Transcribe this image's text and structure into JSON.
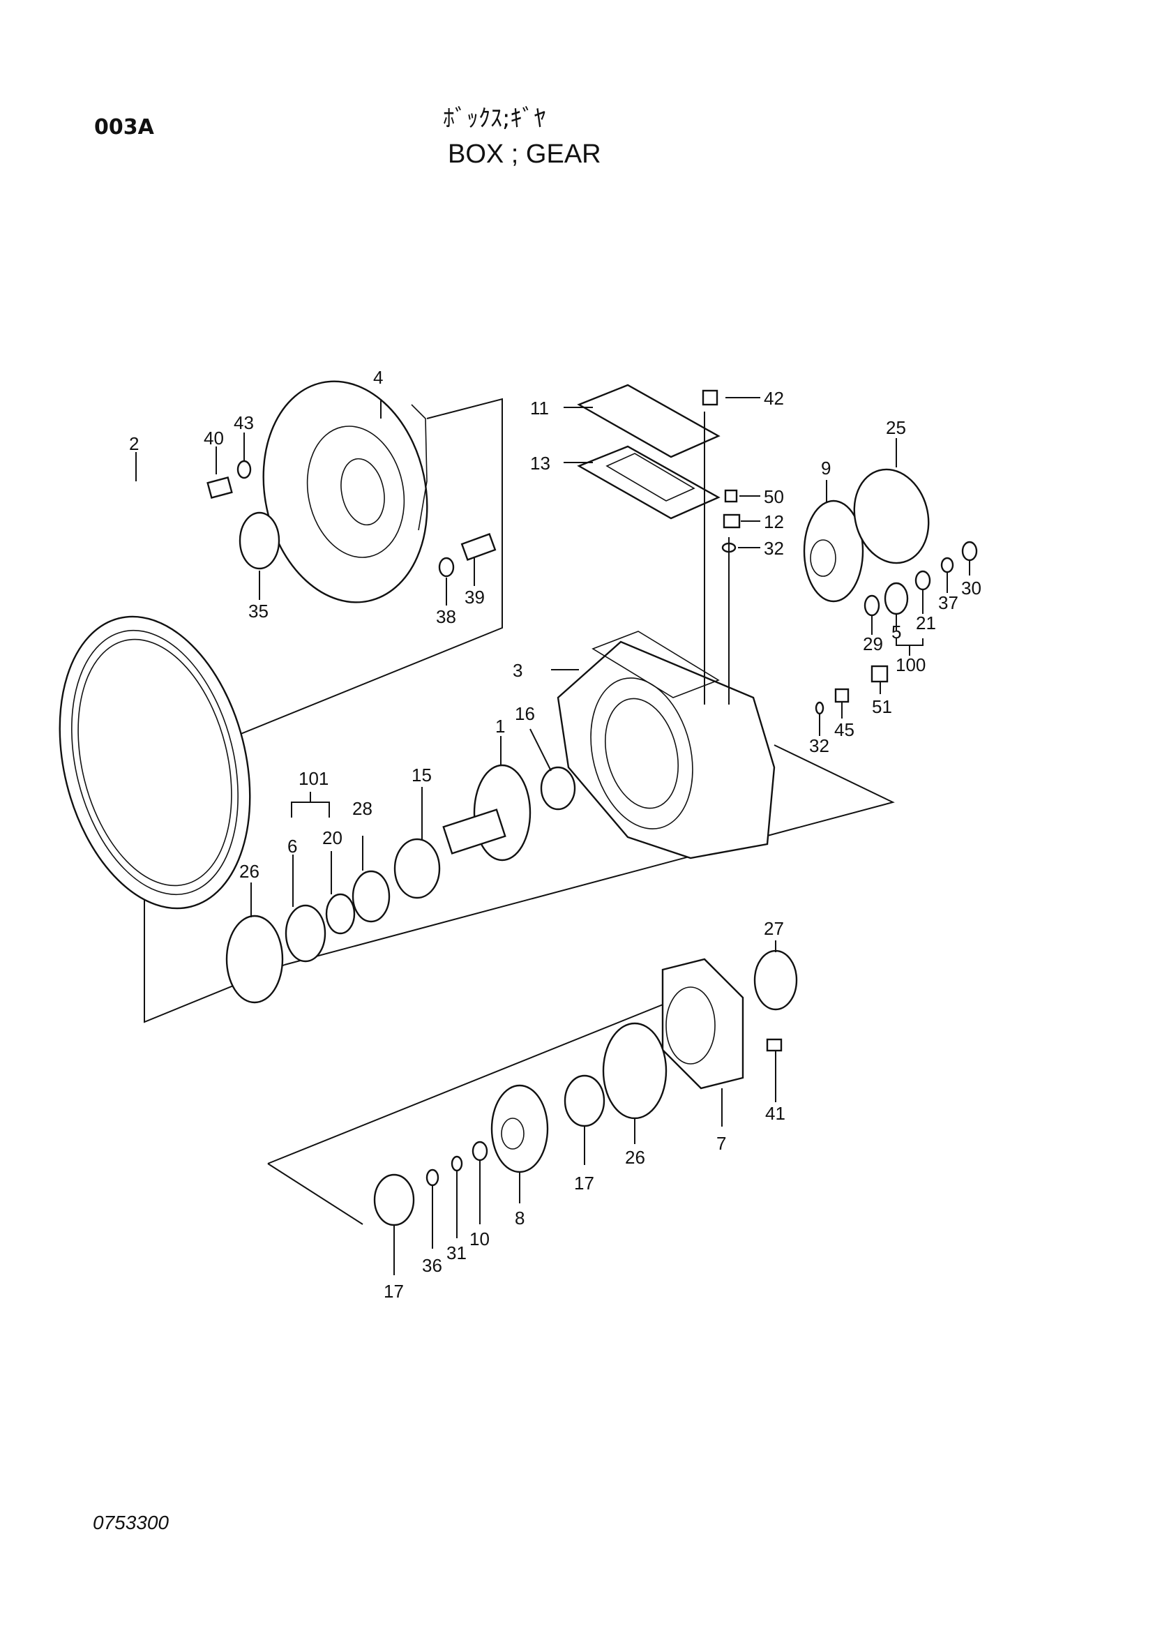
{
  "page_code": "003A",
  "title_jp": "ﾎﾞｯｸｽ;ｷﾞﾔ",
  "title_en": "BOX ; GEAR",
  "footer_code": "0753300",
  "labels": {
    "p1": "1",
    "p2": "2",
    "p3": "3",
    "p4": "4",
    "p5": "5",
    "p6": "6",
    "p7": "7",
    "p8": "8",
    "p9": "9",
    "p10": "10",
    "p11": "11",
    "p12": "12",
    "p13": "13",
    "p15": "15",
    "p16": "16",
    "p17a": "17",
    "p17b": "17",
    "p20": "20",
    "p21": "21",
    "p25": "25",
    "p26a": "26",
    "p26b": "26",
    "p27": "27",
    "p28": "28",
    "p29": "29",
    "p30": "30",
    "p31": "31",
    "p32a": "32",
    "p32b": "32",
    "p35": "35",
    "p36": "36",
    "p37": "37",
    "p38": "38",
    "p39": "39",
    "p40": "40",
    "p41": "41",
    "p42": "42",
    "p43": "43",
    "p45": "45",
    "p50": "50",
    "p51": "51",
    "p100": "100",
    "p101": "101"
  }
}
